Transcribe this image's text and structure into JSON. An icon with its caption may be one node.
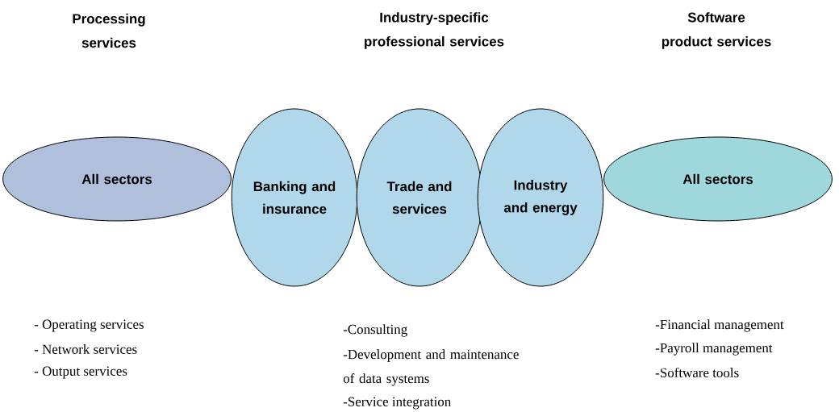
{
  "diagram": {
    "nodes": [
      {
        "text": [
          "All sectors"
        ]
      },
      {
        "text": [
          "Banking and insurance"
        ]
      },
      {
        "text": [
          "Trade and services"
        ]
      },
      {
        "text": [
          "Industry and energy"
        ]
      },
      {
        "text": [
          "All sectors"
        ]
      }
    ],
    "labels": [
      "Processing services",
      "Industry-specific professional services",
      "Software product services",
      "- Operating services",
      "- Network services",
      "- Output services",
      "-Consulting",
      "-Development and maintenance of data systems",
      "-Service integration",
      "-Financial management",
      "-Payroll management",
      "-Software tools"
    ]
  }
}
